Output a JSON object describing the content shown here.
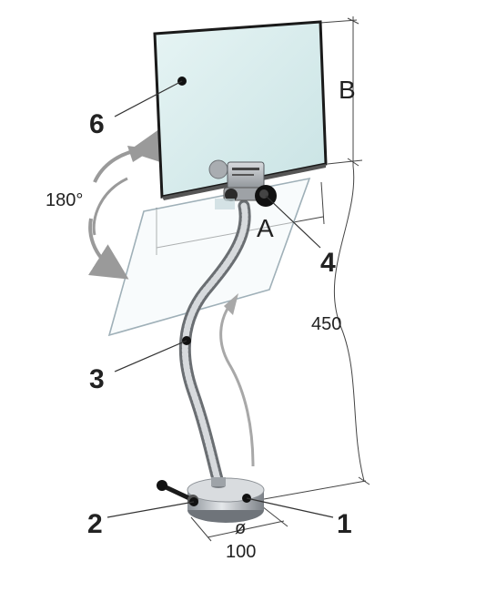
{
  "labels": {
    "part_1": "1",
    "part_2": "2",
    "part_3": "3",
    "part_4": "4",
    "part_6": "6",
    "dim_a": "A",
    "dim_b": "B",
    "height": "450",
    "rotation": "180°",
    "diameter_symbol": "ø",
    "diameter_value": "100"
  },
  "colors": {
    "glass_fill": "#d6ecec",
    "glass_edge": "#1a1a1a",
    "ghost_edge": "#9fb0b8",
    "arrow_gray": "#9a9a9a",
    "steel": "#b8bcc0",
    "knob": "#111111"
  }
}
